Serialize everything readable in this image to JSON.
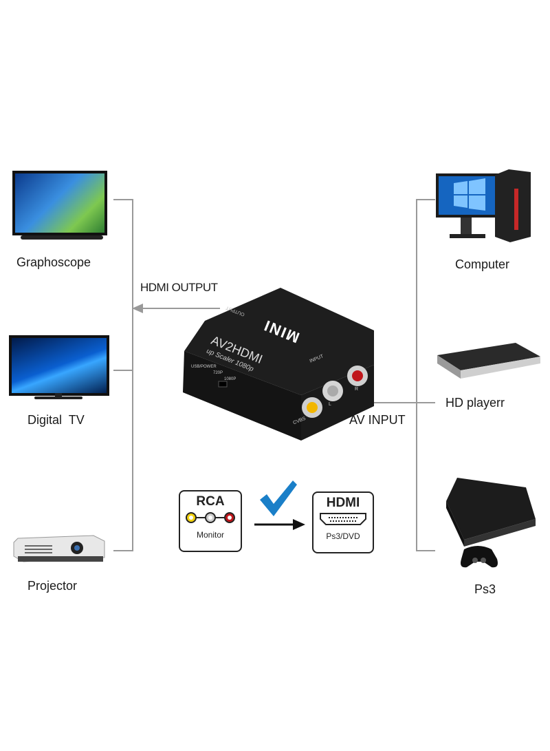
{
  "left_devices": [
    {
      "label": "Graphoscope"
    },
    {
      "label": "Digital  TV"
    },
    {
      "label": "Projector"
    }
  ],
  "right_devices": [
    {
      "label": "Computer"
    },
    {
      "label": "HD playerr"
    },
    {
      "label": "Ps3"
    }
  ],
  "arrows": {
    "output": "HDMI OUTPUT",
    "input": "AV INPUT"
  },
  "adapter": {
    "brand": "MINI",
    "model": "AV2HDMI",
    "subtitle": "up Scaler 1080p",
    "output_label": "OUTPUT",
    "input_label": "INPUT",
    "usb_label": "USB/POWER",
    "mode_720": "720P",
    "mode_1080": "1080P",
    "cvbs": "CVBS",
    "l": "L",
    "r": "R"
  },
  "conversion": {
    "from_title": "RCA",
    "from_caption": "Monitor",
    "to_title": "HDMI",
    "to_caption": "Ps3/DVD"
  },
  "colors": {
    "line": "#999999",
    "check": "#1a7fc8",
    "rca_yellow": "#f2d20f",
    "rca_white": "#cccccc",
    "rca_red": "#c0161b"
  }
}
